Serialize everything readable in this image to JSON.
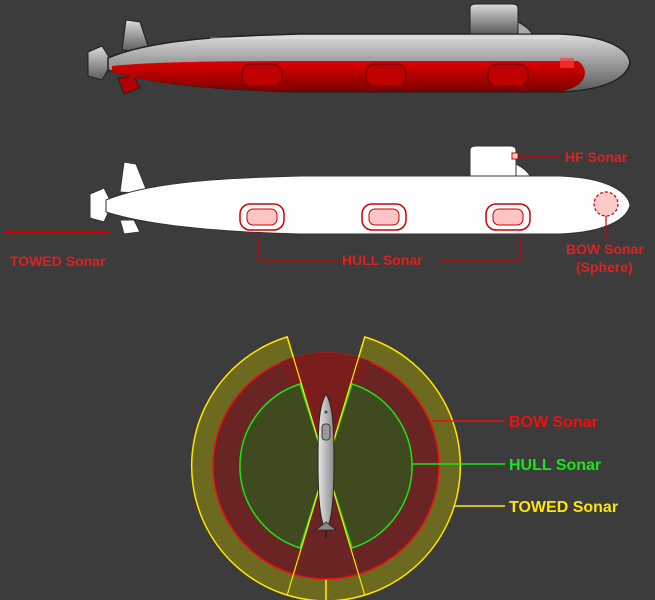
{
  "colors": {
    "background": "#3c3c3c",
    "hull_red": "#cc0000",
    "label_red": "#e02020",
    "bow_red": "#ee1111",
    "hull_green": "#19e619",
    "towed_yellow": "#ffe600",
    "sub_white": "#ffffff"
  },
  "labels": {
    "hf_sonar": "HF Sonar",
    "bow_sonar": "BOW Sonar",
    "bow_sonar_sub": "(Sphere)",
    "hull_sonar": "HULL Sonar",
    "towed_sonar": "TOWED Sonar"
  },
  "legend": {
    "bow": "BOW Sonar",
    "hull": "HULL Sonar",
    "towed": "TOWED Sonar"
  }
}
